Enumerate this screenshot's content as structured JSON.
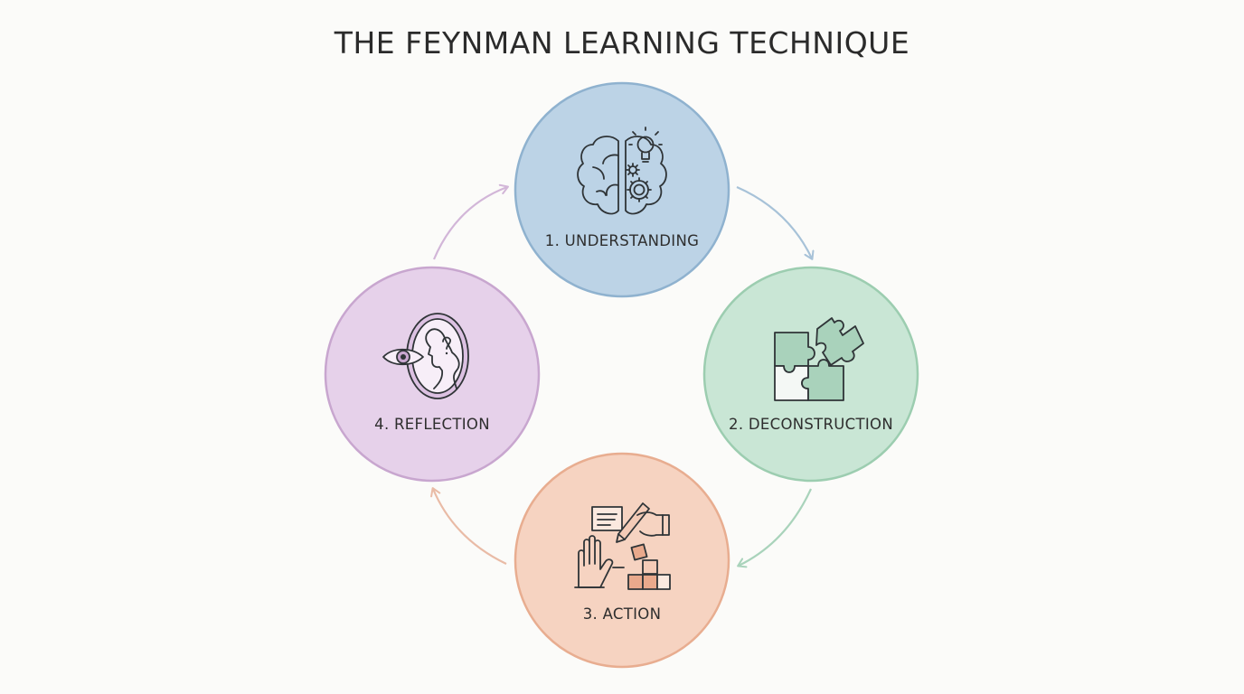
{
  "title": "THE FEYNMAN LEARNING TECHNIQUE",
  "steps": [
    {
      "label": "1. UNDERSTANDING",
      "icon": "brain-lightbulb-gears-icon",
      "color": "#bcd3e6",
      "stroke": "#8fb2cf"
    },
    {
      "label": "2. DECONSTRUCTION",
      "icon": "puzzle-pieces-icon",
      "color": "#c9e6d5",
      "stroke": "#9ccdb0"
    },
    {
      "label": "3. ACTION",
      "icon": "hands-writing-blocks-icon",
      "color": "#f6d3c1",
      "stroke": "#e8ad90"
    },
    {
      "label": "4. REFLECTION",
      "icon": "eye-mirror-question-icon",
      "color": "#e6d1ea",
      "stroke": "#c8a6cf"
    }
  ],
  "arrow_colors": [
    "#a7c2d8",
    "#a9d3bb",
    "#e9bba6",
    "#d2b6d8"
  ]
}
